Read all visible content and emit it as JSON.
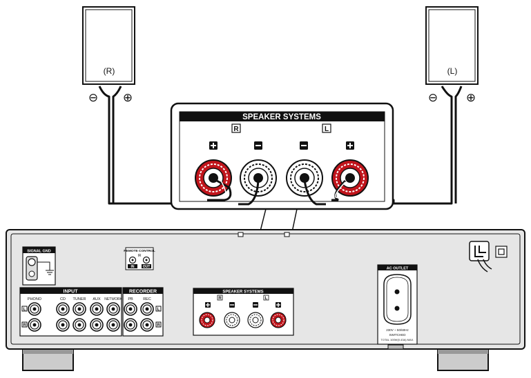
{
  "speakers": {
    "right": {
      "label": "(R)"
    },
    "left": {
      "label": "(L)"
    },
    "minus_symbol": "⊖",
    "plus_symbol": "⊕"
  },
  "callout": {
    "title": "SPEAKER SYSTEMS",
    "right_mark": "R",
    "left_mark": "L"
  },
  "panel": {
    "signal_gnd": "SIGNAL GND",
    "remote_control": "REMOTE CONTROL",
    "remote_ir": "IR",
    "remote_in": "IN",
    "remote_out": "OUT",
    "input_group": {
      "title": "INPUT",
      "phono": "PHONO",
      "cd": "CD",
      "tuner": "TUNER",
      "aux": "AUX",
      "network": "NETWORK"
    },
    "recorder_group": {
      "title": "RECORDER",
      "pb": "PB",
      "rec": "REC"
    },
    "channel_l": "L",
    "channel_r": "R",
    "speaker_systems": "SPEAKER SYSTEMS",
    "spk_r": "R",
    "spk_l": "L",
    "ac_outlet": {
      "title": "AC OUTLET",
      "line1": "230V ~ 50/60Hz",
      "line2": "SWITCHED",
      "line3": "TOTAL 100W(0.43A) MAX."
    }
  },
  "colors": {
    "red_terminal": "#c0141b",
    "panel_fill": "#e6e6e6",
    "outline": "#111111"
  }
}
